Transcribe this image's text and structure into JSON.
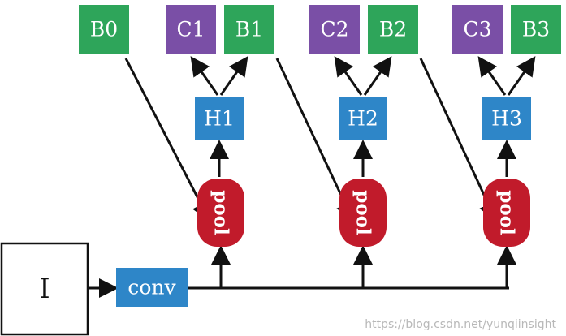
{
  "colors": {
    "green": "#2ea55a",
    "purple": "#7a4fa6",
    "blue": "#2e86c8",
    "red": "#c11b2b",
    "arrow": "#111111",
    "input_box": "#ffffff"
  },
  "nodes": {
    "input": "I",
    "conv": "conv",
    "b0": "B0",
    "stages": [
      {
        "head": "H1",
        "cls": "C1",
        "box": "B1",
        "pool": "pool"
      },
      {
        "head": "H2",
        "cls": "C2",
        "box": "B2",
        "pool": "pool"
      },
      {
        "head": "H3",
        "cls": "C3",
        "box": "B3",
        "pool": "pool"
      }
    ]
  },
  "watermark": "https://blog.csdn.net/yunqiinsight"
}
